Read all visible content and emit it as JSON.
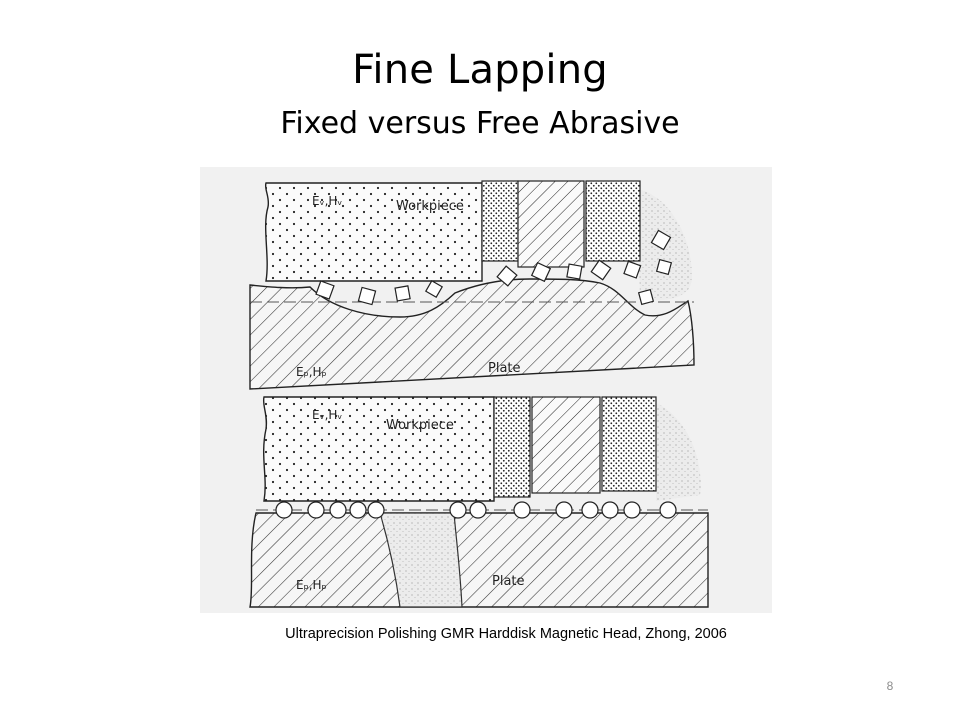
{
  "slide": {
    "title": "Fine Lapping",
    "subtitle": "Fixed versus Free Abrasive",
    "caption": "Ultraprecision Polishing GMR Harddisk Magnetic Head, Zhong, 2006",
    "page_number": "8"
  },
  "figure": {
    "top_panel": {
      "workpiece_label": "Workpiece",
      "workpiece_props": "Eᵥ,Hᵥ",
      "plate_label": "Plate",
      "plate_props": "Eₚ,Hₚ"
    },
    "bottom_panel": {
      "workpiece_label": "Workpiece",
      "workpiece_props": "Eᵥ,Hᵥ",
      "plate_label": "Plate",
      "plate_props": "Eₚ,Hₚ"
    }
  }
}
